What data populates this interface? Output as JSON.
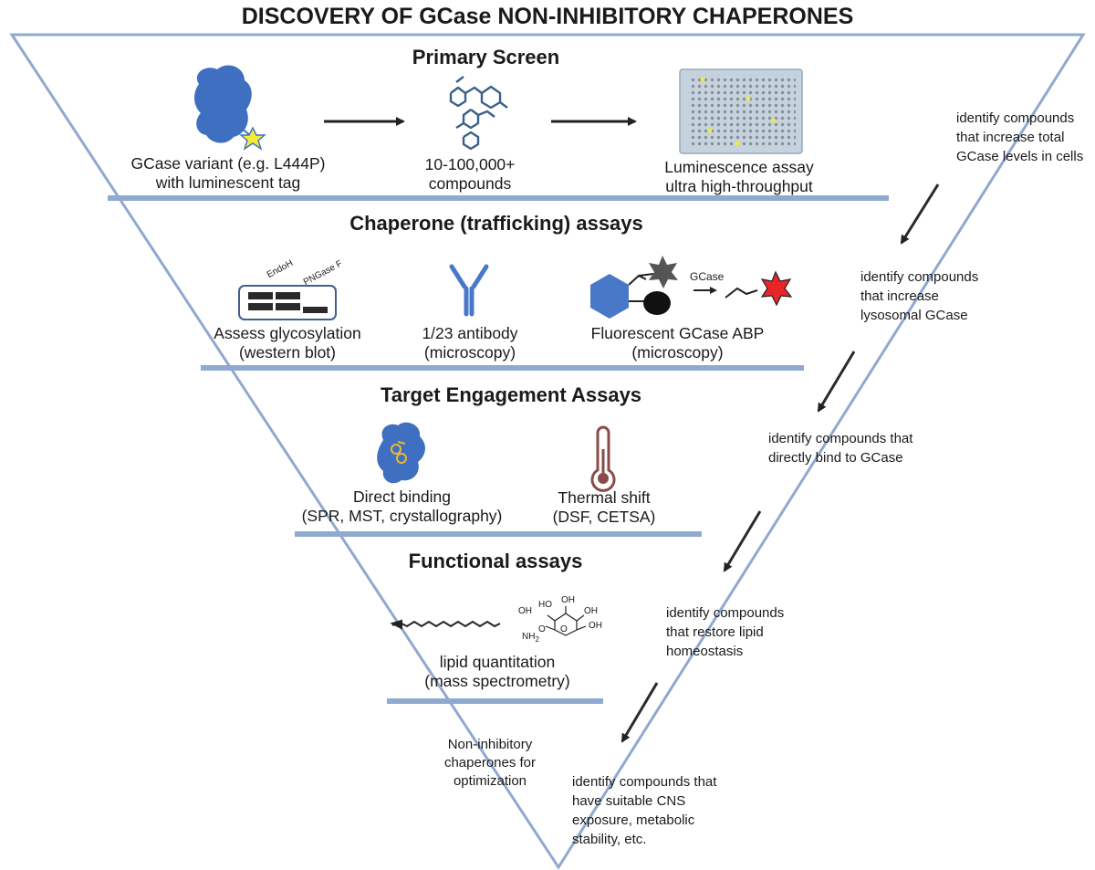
{
  "title": "DISCOVERY OF GCase NON-INHIBITORY CHAPERONES",
  "stages": [
    {
      "title": "Primary Screen",
      "items": [
        {
          "label": [
            "GCase variant (e.g. L444P)",
            "with luminescent tag"
          ]
        },
        {
          "label": [
            "10-100,000+",
            "compounds"
          ]
        },
        {
          "label": [
            "Luminescence assay",
            "ultra high-throughput"
          ]
        }
      ]
    },
    {
      "title": "Chaperone (trafficking) assays",
      "items": [
        {
          "label": [
            "Assess glycosylation",
            "(western blot)"
          ],
          "enzymes": [
            "EndoH",
            "PNGase F"
          ]
        },
        {
          "label": [
            "1/23 antibody",
            "(microscopy)"
          ]
        },
        {
          "label": [
            "Fluorescent GCase ABP",
            "(microscopy)"
          ],
          "arrow_label": "GCase"
        }
      ]
    },
    {
      "title": "Target Engagement Assays",
      "items": [
        {
          "label": [
            "Direct binding",
            "(SPR, MST, crystallography)"
          ]
        },
        {
          "label": [
            "Thermal shift",
            "(DSF, CETSA)"
          ]
        }
      ]
    },
    {
      "title": "Functional assays",
      "items": [
        {
          "label": [
            "lipid quantitation",
            "(mass spectrometry)"
          ],
          "chem_labels": [
            "OH",
            "HO",
            "OH",
            "OH",
            "OH",
            "O",
            "O",
            "NH",
            "2"
          ]
        }
      ]
    },
    {
      "title": "",
      "items": [
        {
          "label": [
            "Non-inhibitory",
            "chaperones for",
            "optimization"
          ]
        }
      ]
    }
  ],
  "side_notes": [
    [
      "identify compounds",
      "that increase total",
      "GCase levels in cells"
    ],
    [
      "identify compounds",
      "that increase",
      "lysosomal GCase"
    ],
    [
      "identify compounds that",
      "directly bind to GCase"
    ],
    [
      "identify compounds",
      "that restore lipid",
      "homeostasis"
    ],
    [
      "identify compounds that",
      "have suitable CNS",
      "exposure, metabolic",
      "stability, etc."
    ]
  ],
  "colors": {
    "funnel_line": "#8fa9cf",
    "protein_blue": "#3f6fc0",
    "star_yellow": "#f4ea3a",
    "probe_red": "#e8262a",
    "thermometer": "#8b4a4a",
    "text": "#1a1a1a"
  }
}
